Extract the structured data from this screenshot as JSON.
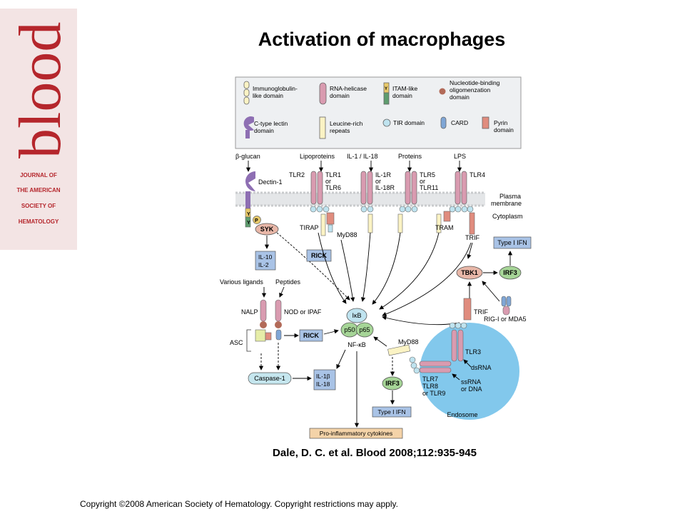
{
  "slide": {
    "title": "Activation of macrophages",
    "citation": "Dale, D. C. et al. Blood 2008;112:935-945",
    "copyright": "Copyright ©2008 American Society of Hematology. Copyright restrictions may apply."
  },
  "logo": {
    "wordmark": "blood",
    "journal_lines": [
      "JOURNAL OF",
      "THE AMERICAN",
      "SOCIETY OF",
      "HEMATOLOGY"
    ],
    "brand_color": "#b5262c"
  },
  "legend": {
    "immunoglobulin": "Immunoglobulin-",
    "immunoglobulin2": "like domain",
    "rna_helicase": "RNA-helicase",
    "rna_helicase2": "domain",
    "itam": "ITAM-like",
    "itam2": "domain",
    "nbd": "Nucleotide-binding",
    "nbd2": "oligomenzation",
    "nbd3": "domain",
    "ctype": "C-type lectin",
    "ctype2": "domain",
    "lrr": "Leucine-rich",
    "lrr2": "repeats",
    "tir": "TIR domain",
    "card": "CARD",
    "pyrin": "Pyrin",
    "pyrin2": "domain",
    "y_mark": "Y"
  },
  "ligands": {
    "bglucan": "β-glucan",
    "lipoproteins": "Lipoproteins",
    "il1il18": "IL-1 / IL-18",
    "proteins": "Proteins",
    "lps": "LPS"
  },
  "receptors": {
    "dectin": "Dectin-1",
    "tlr2": "TLR2",
    "tlr1": "TLR1",
    "tlr1_or": "or",
    "tlr6": "TLR6",
    "il1r": "IL-1R",
    "il1r_or": "or",
    "il18r": "IL-18R",
    "tlr5": "TLR5",
    "tlr5_or": "or",
    "tlr11": "TLR11",
    "tlr4": "TLR4"
  },
  "membrane": {
    "plasma": "Plasma",
    "membrane": "membrane",
    "cytoplasm": "Cytoplasm"
  },
  "adaptors": {
    "tirap": "TIRAP",
    "myd88": "MyD88",
    "tram": "TRAM",
    "trif": "TRIF",
    "trif2": "TRIF",
    "myd88_2": "MyD88",
    "p_mark": "P",
    "y1": "Y",
    "y2": "Y"
  },
  "nodes": {
    "syk": "SYK",
    "il10": "IL-10",
    "il2": "IL-2",
    "rick": "RICK",
    "rick2": "RICK",
    "type1ifn": "Type I IFN",
    "type1ifn2": "Type I IFN",
    "tbk1": "TBK1",
    "irf3": "IRF3",
    "irf3_2": "IRF3",
    "ikb": "IκB",
    "p50": "p50",
    "p65": "p65",
    "nfkb": "NF-κB",
    "caspase": "Caspase-1",
    "il1b": "IL-1β",
    "il18": "IL-18",
    "proinflam": "Pro-inflammatory cytokines",
    "endosome": "Endosome"
  },
  "inflammasome": {
    "various": "Various ligands",
    "peptides": "Peptides",
    "nalp": "NALP",
    "nod": "NOD or IPAF",
    "asc": "ASC"
  },
  "endosome": {
    "tlr3": "TLR3",
    "dsrna": "dsRNA",
    "tlr7": "TLR7",
    "tlr8": "TLR8",
    "tlr9": "or TLR9",
    "ssrna": "ssRNA",
    "ordna": "or DNA",
    "rigi": "RIG-I or MDA5"
  },
  "colors": {
    "rna_helicase": "#d99bb0",
    "lrr": "#fbf3c4",
    "tir": "#bfe3ef",
    "card": "#7fa6d6",
    "pyrin": "#e08c7e",
    "nbd": "#b26a58",
    "ctype": "#8e6fb3",
    "node_blue": "#a9c3e6",
    "tbk1": "#e8b7a8",
    "nfkb": "#a6d597",
    "endosome": "#82c8ec",
    "caspase": "#c5e6ee",
    "cytokines": "#f4d3a8"
  }
}
